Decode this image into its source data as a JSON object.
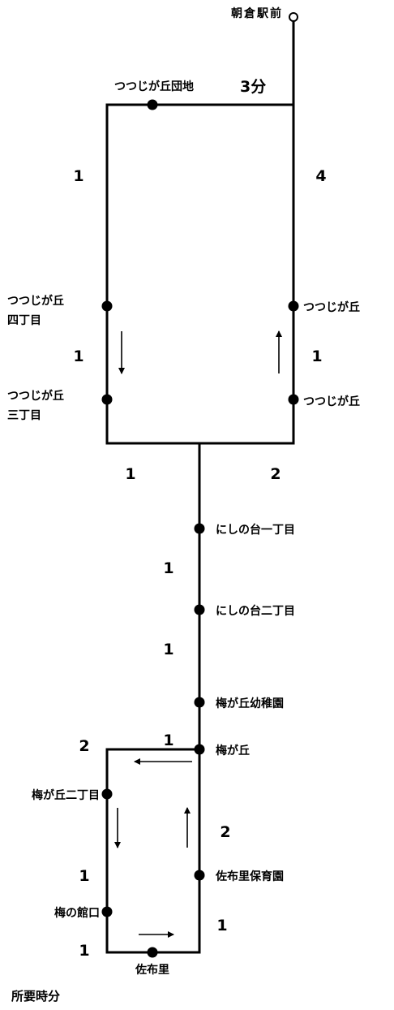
{
  "terminal": "朝倉駅前",
  "stops": {
    "tsutsujigaoka_danchi": "つつじが丘団地",
    "tsutsujigaoka_4": [
      "つつじが丘",
      "四丁目"
    ],
    "tsutsujigaoka_3": [
      "つつじが丘",
      "三丁目"
    ],
    "tsutsujigaoka_a": "つつじが丘",
    "tsutsujigaoka_b": "つつじが丘",
    "nishinodai_1": "にしの台一丁目",
    "nishinodai_2": "にしの台二丁目",
    "umegaoka_kindergarten": "梅が丘幼稚園",
    "umegaoka": "梅が丘",
    "umegaoka_2": "梅が丘二丁目",
    "ume_no_yakataguchi": "梅の館口",
    "sabuhoiku": "佐布里保育園",
    "sabu": "佐布里"
  },
  "times": {
    "danchi_segment": "3分",
    "upper_left_top": "1",
    "upper_right_top": "4",
    "upper_left_mid": "1",
    "upper_right_mid": "1",
    "upper_bottom_left": "1",
    "upper_bottom_right": "2",
    "trunk_1": "1",
    "trunk_2": "1",
    "trunk_3": "1",
    "lower_top_left": "2",
    "lower_right_top": "2",
    "lower_left_mid": "1",
    "lower_right_bottom": "1",
    "lower_bottom_left": "1"
  },
  "legend": "所要時分"
}
